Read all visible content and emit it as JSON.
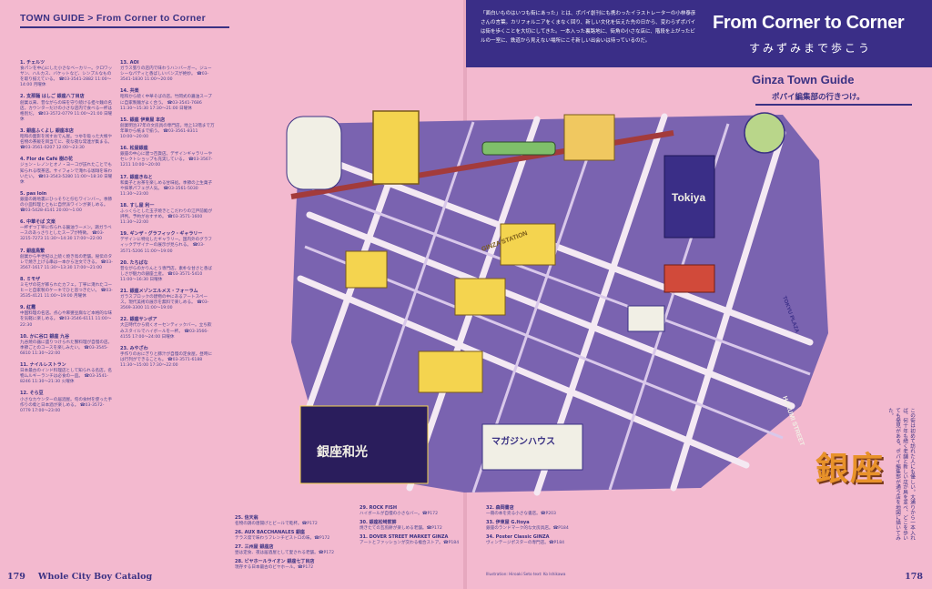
{
  "left_page": {
    "header": "TOWN GUIDE > From Corner to Corner",
    "col1": [
      {
        "title": "1. チェルツ",
        "body": "食パンを中心にした小さなベーカリー。クロワッサン、ハルカス、バケットなど、シンプルなものを取り揃えている。 ☎03-3541-2882 11:00〜14:00 月曜休"
      },
      {
        "title": "2. 支那麺 はしご 銀座八丁目店",
        "body": "創業以来、昔ながらの味を守り続ける担々麺の名店。カウンターだけの小さな店内で食べる一杯は格別だ。 ☎03-3572-0779 11:00〜21:00 日曜休"
      },
      {
        "title": "3. 銀座ふくよし 銀座本店",
        "body": "昭和の面影を残すおでん屋。つゆを吸った大根や名物の茶飯を目当てに、夜な夜な常連が集まる。 ☎03-3561-0207 12:00〜23:30"
      },
      {
        "title": "4. Flor de Café 樹の花",
        "body": "ジョン・レノンとオノ・ヨーコが訪れたことでも知られる喫茶店。サイフォンで淹れる珈琲を味わいたい。 ☎03-3543-5280 11:00〜18:30 日曜休"
      },
      {
        "title": "5. pas loin",
        "body": "銀座の路地裏にひっそりと佇むワインバー。季節の小皿料理とともに自然派ワインが楽しめる。 ☎03-5428-4141 20:00〜1:00"
      },
      {
        "title": "6. 中華そば 文楽",
        "body": "一杯ずつ丁寧に作られる醤油ラーメン。鶏ガラベースのあっさりとしたスープが特徴。 ☎03-3215-7273 11:30〜14:30 17:00〜22:00"
      },
      {
        "title": "7. 銀座鳥繁",
        "body": "創業から半世紀以上続く焼き鳥の老舗。秘伝のタレで焼き上げる串は一本から注文できる。 ☎03-3567-1617 11:30〜13:30 17:00〜21:00"
      },
      {
        "title": "8. ミモザ",
        "body": "ミモザの花が飾られたカフェ。丁寧に淹れたコーヒーと自家製のケーキでひと息つきたい。 ☎03-3535-4121 11:00〜19:00 月曜休"
      },
      {
        "title": "9. 紅霞",
        "body": "中国料理の名店。点心や麻婆豆腐など本格的な味を気軽に楽しめる。 ☎03-3546-6111 11:00〜22:30"
      },
      {
        "title": "10. かに谷口 銀座 九谷",
        "body": "九谷焼の器に盛りつけられた蟹料理が自慢の店。季節ごとのコースを楽しみたい。 ☎03-3545-6810 11:30〜22:00"
      },
      {
        "title": "11. ナイルレストラン",
        "body": "日本最古のインド料理店として知られる名店。名物ムルギーランチは必食の一皿。 ☎03-3541-8246 11:30〜21:30 火曜休"
      },
      {
        "title": "12. そら豆",
        "body": "小さなカウンターの居酒屋。旬の食材を使った手作りの肴と日本酒が楽しめる。 ☎03-3572-0779 17:00〜23:00"
      }
    ],
    "col2": [
      {
        "title": "13. AOI",
        "body": "ガラス張りの店内で味わうハンバーガー。ジューシーなパティと香ばしいバンズが絶妙。 ☎03-3541-1830 11:00〜20:00"
      },
      {
        "title": "14. 共楽",
        "body": "昭和から続く中華そばの店。竹岡式の醤油スープに自家製麺がよく合う。 ☎03-3541-7686 11:30〜15:30 17:30〜21:00 日曜休"
      },
      {
        "title": "15. 銀座 伊東屋 本店",
        "body": "創業明治37年の文房具の専門店。地上12階まで万年筆から紙まで揃う。 ☎03-3561-8311 10:00〜20:00"
      },
      {
        "title": "16. 松屋銀座",
        "body": "銀座の中心に建つ百貨店。デザインギャラリーやセレクトショップも充実している。 ☎03-3567-1211 10:00〜20:00"
      },
      {
        "title": "17. 銀座きねと",
        "body": "和菓子とお茶を楽しめる甘味処。季節の上生菓子や抹茶パフェが人気。 ☎03-3561-5030 11:30〜23:00"
      },
      {
        "title": "18. すし屋 利一",
        "body": "ふっくらとした玉子焼きとこだわりの江戸前鮨が評判。予約がおすすめ。 ☎03-3571-1600 11:30〜22:00"
      },
      {
        "title": "19. ギンザ・グラフィック・ギャラリー",
        "body": "デザインに特化したギャラリー。国内外のグラフィックデザイナーの展示が見られる。 ☎03-3571-5206 11:00〜19:00"
      },
      {
        "title": "20. たちばな",
        "body": "昔ながらのかりんとう専門店。素朴な甘さと香ばしさが魅力の銀座土産。 ☎03-3571-5410 11:00〜16:30 日曜休"
      },
      {
        "title": "21. 銀座メゾンエルメス・フォーラム",
        "body": "ガラスブロックの建物の中にあるアートスペース。現代美術の展示を無料で楽しめる。 ☎03-3569-3300 11:00〜19:00"
      },
      {
        "title": "22. 銀座サンボア",
        "body": "大正時代から続くオーセンティックバー。立ち飲みスタイルでハイボールを一杯。 ☎03-3566-4155 17:00〜24:00 日曜休"
      },
      {
        "title": "23. みやざわ",
        "body": "手作りのおにぎりと豚汁が自慢の定食屋。昼時には行列ができることも。 ☎03-3571-6188 11:30〜15:00 17:30〜22:00"
      }
    ],
    "footer_page": "179",
    "footer_title": "Whole City Boy Catalog"
  },
  "right_page": {
    "header_intro": "「面白いものはいつも街にあった」とは、ポパイ創刊にも携わったイラストレーターの小林泰彦さんの言葉。カリフォルニアをくまなく回り、新しい文化を伝えた先の日から、変わらずポパイは街を歩くことを大切にしてきた。一本入った裏路地に、街角の小さな店に、階段を上がったビルの一室に、鉄道から見えない場所にこそ新しい出会いは待っているのだ。",
    "title": "From Corner to Corner",
    "subtitle": "すみずみまで歩こう",
    "guide_title": "Ginza Town Guide",
    "guide_subtitle": "ポパイ編集部の行きつけ。",
    "map_sign": "銀座",
    "map_labels": [
      "GINZA STATION",
      "HARUMI STREET",
      "TOKYU PLAZA",
      "Tokiya",
      "銀座和光",
      "マガジンハウス"
    ],
    "vertical_text": "この街は初めて訪れた人にも優しい。大通りから一本入れば、何十年も続く老舗と新しい店が肩を並べ、どこを歩いても発見がある。ポパイ編集部が通う店を地図に描いてみた。",
    "bottom_col1": [
      {
        "title": "25. 信天翁",
        "body": "名物の鶏の唐揚げとビールで乾杯。☎P172"
      },
      {
        "title": "26. AUX BACCHANALES 銀座",
        "body": "テラス席で味わうフレンチビストロの味。☎P172"
      },
      {
        "title": "27. 三州屋 銀座店",
        "body": "昼は定食、夜は居酒屋として愛される老舗。☎P172"
      },
      {
        "title": "28. ビヤホールライオン 銀座七丁目店",
        "body": "現存する日本最古のビヤホール。☎P172"
      }
    ],
    "bottom_col2": [
      {
        "title": "29. ROCK FISH",
        "body": "ハイボールが自慢の小さなバー。☎P172"
      },
      {
        "title": "30. 銀座松崎煎餅",
        "body": "焼きたての瓦煎餅が楽しめる老舗。☎P172"
      },
      {
        "title": "31. DOVER STREET MARKET GINZA",
        "body": "アートとファッションが交わる複合ストア。☎P184"
      }
    ],
    "bottom_col3": [
      {
        "title": "32. 森岡書店",
        "body": "一冊の本を売る小さな書店。☎P203"
      },
      {
        "title": "33. 伊東屋 G.Itoya",
        "body": "銀座のランドマーク的な文房具店。☎P184"
      },
      {
        "title": "34. Poster Classic GINZA",
        "body": "ヴィンテージポスターの専門店。☎P184"
      }
    ],
    "credits": "Illustration: Hiroaki Seto   text: Ko Ishikawa",
    "footer_page": "178"
  },
  "colors": {
    "page_bg": "#f3b9cf",
    "header_bg": "#3a2e87",
    "ink": "#3a3183",
    "map_land": "#7a63b0",
    "map_road": "#f4e9f3",
    "building_yellow": "#f4d44f",
    "ginza_sign": "#e8922a"
  }
}
